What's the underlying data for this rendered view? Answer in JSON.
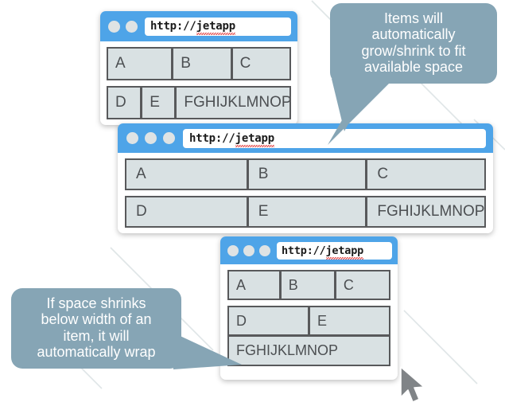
{
  "page": {
    "background": "#ffffff",
    "accent_blue": "#4ea4e8",
    "cell_fill": "#d9e1e3",
    "cell_border": "#58595b",
    "callout_fill": "#86a5b5",
    "callout_text_color": "#ffffff"
  },
  "windows": [
    {
      "id": "window-top",
      "dot_count": 2,
      "url": "http://jetapp",
      "url_scheme": "http://",
      "url_host": "jetapp",
      "rows": [
        {
          "cells": [
            {
              "label": "A",
              "flex": 36
            },
            {
              "label": "B",
              "flex": 32
            },
            {
              "label": "C",
              "flex": 32
            }
          ]
        },
        {
          "cells": [
            {
              "label": "D",
              "flex": 16
            },
            {
              "label": "E",
              "flex": 16
            },
            {
              "label": "FGHIJKLMNOP",
              "flex": 68
            }
          ]
        }
      ]
    },
    {
      "id": "window-middle",
      "dot_count": 3,
      "url": "http://jetapp",
      "url_scheme": "http://",
      "url_host": "jetapp",
      "rows": [
        {
          "cells": [
            {
              "label": "A",
              "flex": 34
            },
            {
              "label": "B",
              "flex": 33
            },
            {
              "label": "C",
              "flex": 33
            }
          ]
        },
        {
          "cells": [
            {
              "label": "D",
              "flex": 34
            },
            {
              "label": "E",
              "flex": 33
            },
            {
              "label": "FGHIJKLMNOP",
              "flex": 33
            }
          ]
        }
      ]
    },
    {
      "id": "window-bottom",
      "dot_count": 3,
      "url": "http://jetapp",
      "url_scheme": "http://",
      "url_host": "jetapp",
      "rows": [
        {
          "cells": [
            {
              "label": "A",
              "flex": 32
            },
            {
              "label": "B",
              "flex": 34
            },
            {
              "label": "C",
              "flex": 34
            }
          ]
        },
        {
          "cells": [
            {
              "label": "D",
              "flex": 50
            },
            {
              "label": "E",
              "flex": 50
            }
          ]
        },
        {
          "cells": [
            {
              "label": "FGHIJKLMNOP",
              "flex": 100
            }
          ]
        }
      ]
    }
  ],
  "callouts": [
    {
      "id": "callout-grow-shrink",
      "lines": [
        "Items will",
        "automatically",
        "grow/shrink to fit",
        "available space"
      ]
    },
    {
      "id": "callout-wrap",
      "lines": [
        "If space shrinks",
        "below width of an",
        "item, it will",
        "automatically wrap"
      ]
    }
  ],
  "cursor": {
    "name": "mouse-pointer"
  }
}
